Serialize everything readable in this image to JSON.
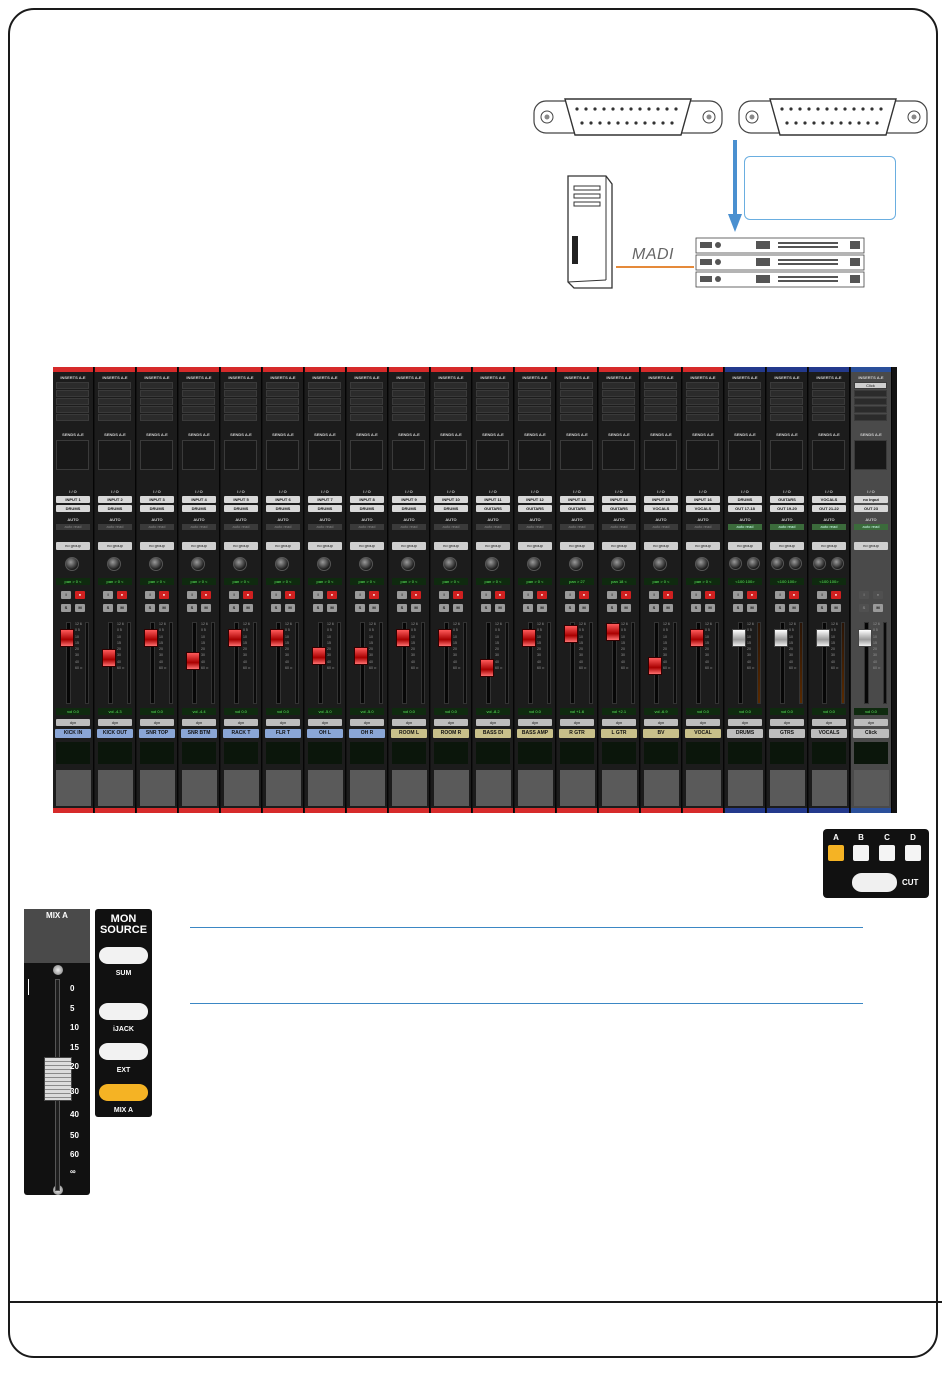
{
  "diagram": {
    "madi_label": "MADI"
  },
  "mixer": {
    "section_labels": {
      "inserts": "INSERTS A-E",
      "sends": "SENDS A-E",
      "io": "I / O",
      "auto": "AUTO",
      "group": "no group",
      "dyn": "dyn"
    },
    "colors": {
      "red": "#d62a2a",
      "blue": "#23398c",
      "navy": "#2a4f9a"
    },
    "channels": [
      {
        "name": "KICK IN",
        "input": "INPUT 1",
        "bus": "DRUMS",
        "auto": "auto read",
        "pan": "pan > 0 <",
        "vol": "vol 0.0",
        "bar": "red",
        "label": "#8aa6d6"
      },
      {
        "name": "KICK OUT",
        "input": "INPUT 2",
        "bus": "DRUMS",
        "auto": "auto read",
        "pan": "pan > 0 <",
        "vol": "vol -4.3",
        "bar": "red",
        "label": "#8aa6d6"
      },
      {
        "name": "SNR TOP",
        "input": "INPUT 3",
        "bus": "DRUMS",
        "auto": "auto read",
        "pan": "pan > 0 <",
        "vol": "vol 0.0",
        "bar": "red",
        "label": "#8aa6d6"
      },
      {
        "name": "SNR BTM",
        "input": "INPUT 4",
        "bus": "DRUMS",
        "auto": "auto read",
        "pan": "pan > 0 <",
        "vol": "vol -4.4",
        "bar": "red",
        "label": "#8aa6d6"
      },
      {
        "name": "RACK T",
        "input": "INPUT 5",
        "bus": "DRUMS",
        "auto": "auto read",
        "pan": "pan > 0 <",
        "vol": "vol 0.0",
        "bar": "red",
        "label": "#8aa6d6"
      },
      {
        "name": "FLR T",
        "input": "INPUT 6",
        "bus": "DRUMS",
        "auto": "auto read",
        "pan": "pan > 0 <",
        "vol": "vol 0.0",
        "bar": "red",
        "label": "#8aa6d6"
      },
      {
        "name": "OH L",
        "input": "INPUT 7",
        "bus": "DRUMS",
        "auto": "auto read",
        "pan": "pan > 0 <",
        "vol": "vol -5.0",
        "bar": "red",
        "label": "#8aa6d6"
      },
      {
        "name": "OH R",
        "input": "INPUT 8",
        "bus": "DRUMS",
        "auto": "auto read",
        "pan": "pan > 0 <",
        "vol": "vol -5.0",
        "bar": "red",
        "label": "#8aa6d6"
      },
      {
        "name": "ROOM L",
        "input": "INPUT 9",
        "bus": "DRUMS",
        "auto": "auto read",
        "pan": "pan > 0 <",
        "vol": "vol 0.0",
        "bar": "red",
        "label": "#c8c08a"
      },
      {
        "name": "ROOM R",
        "input": "INPUT 10",
        "bus": "DRUMS",
        "auto": "auto read",
        "pan": "pan > 0 <",
        "vol": "vol 0.0",
        "bar": "red",
        "label": "#c8c08a"
      },
      {
        "name": "BASS DI",
        "input": "INPUT 11",
        "bus": "GUITARS",
        "auto": "auto read",
        "pan": "pan > 0 <",
        "vol": "vol -8.2",
        "bar": "red",
        "label": "#c8c08a"
      },
      {
        "name": "BASS AMP",
        "input": "INPUT 12",
        "bus": "GUITARS",
        "auto": "auto read",
        "pan": "pan > 0 <",
        "vol": "vol 0.0",
        "bar": "red",
        "label": "#c8c08a"
      },
      {
        "name": "R GTR",
        "input": "INPUT 13",
        "bus": "GUITARS",
        "auto": "auto read",
        "pan": "pan > 27",
        "vol": "vol +1.6",
        "bar": "red",
        "label": "#c8c08a"
      },
      {
        "name": "L GTR",
        "input": "INPUT 14",
        "bus": "GUITARS",
        "auto": "auto read",
        "pan": "pan 18 <",
        "vol": "vol +2.1",
        "bar": "red",
        "label": "#c8c08a"
      },
      {
        "name": "BV",
        "input": "INPUT 15",
        "bus": "VOCALS",
        "auto": "auto read",
        "pan": "pan > 0 <",
        "vol": "vol -6.9",
        "bar": "red",
        "label": "#c8c08a"
      },
      {
        "name": "VOCAL",
        "input": "INPUT 16",
        "bus": "VOCALS",
        "auto": "auto read",
        "pan": "pan > 0 <",
        "vol": "vol 0.0",
        "bar": "red",
        "label": "#c8c08a"
      },
      {
        "name": "DRUMS",
        "input": "DRUMS",
        "bus": "OUT 17-18",
        "auto": "auto read",
        "pan": "<100 100>",
        "vol": "vol 0.0",
        "bar": "blue",
        "label": "#bdbdbd",
        "stereo": true
      },
      {
        "name": "GTRS",
        "input": "GUITARS",
        "bus": "OUT 19-20",
        "auto": "auto read",
        "pan": "<100 100>",
        "vol": "vol 0.0",
        "bar": "blue",
        "label": "#bdbdbd",
        "stereo": true
      },
      {
        "name": "VOCALS",
        "input": "VOCALS",
        "bus": "OUT 21-22",
        "auto": "auto read",
        "pan": "<100 100>",
        "vol": "vol 0.0",
        "bar": "blue",
        "label": "#bdbdbd",
        "stereo": true
      },
      {
        "name": "Click",
        "input": "no input",
        "bus": "OUT 23",
        "auto": "auto read",
        "pan": "",
        "vol": "vol 0.0",
        "bar": "navy",
        "label": "#bdbdbd",
        "click": true
      }
    ],
    "click_insert": "Click"
  },
  "abcd_panel": {
    "labels": [
      "A",
      "B",
      "C",
      "D"
    ],
    "active": "A",
    "cut_label": "CUT",
    "active_color": "#f5b324"
  },
  "mix_a": {
    "label": "MIX A",
    "scale": [
      "0",
      "5",
      "10",
      "15",
      "20",
      "30",
      "40",
      "50",
      "60",
      "∞"
    ]
  },
  "mon_source": {
    "title_1": "MON",
    "title_2": "SOURCE",
    "labels": [
      "SUM",
      "iJACK",
      "EXT",
      "MIX A"
    ],
    "active": "MIX A"
  }
}
